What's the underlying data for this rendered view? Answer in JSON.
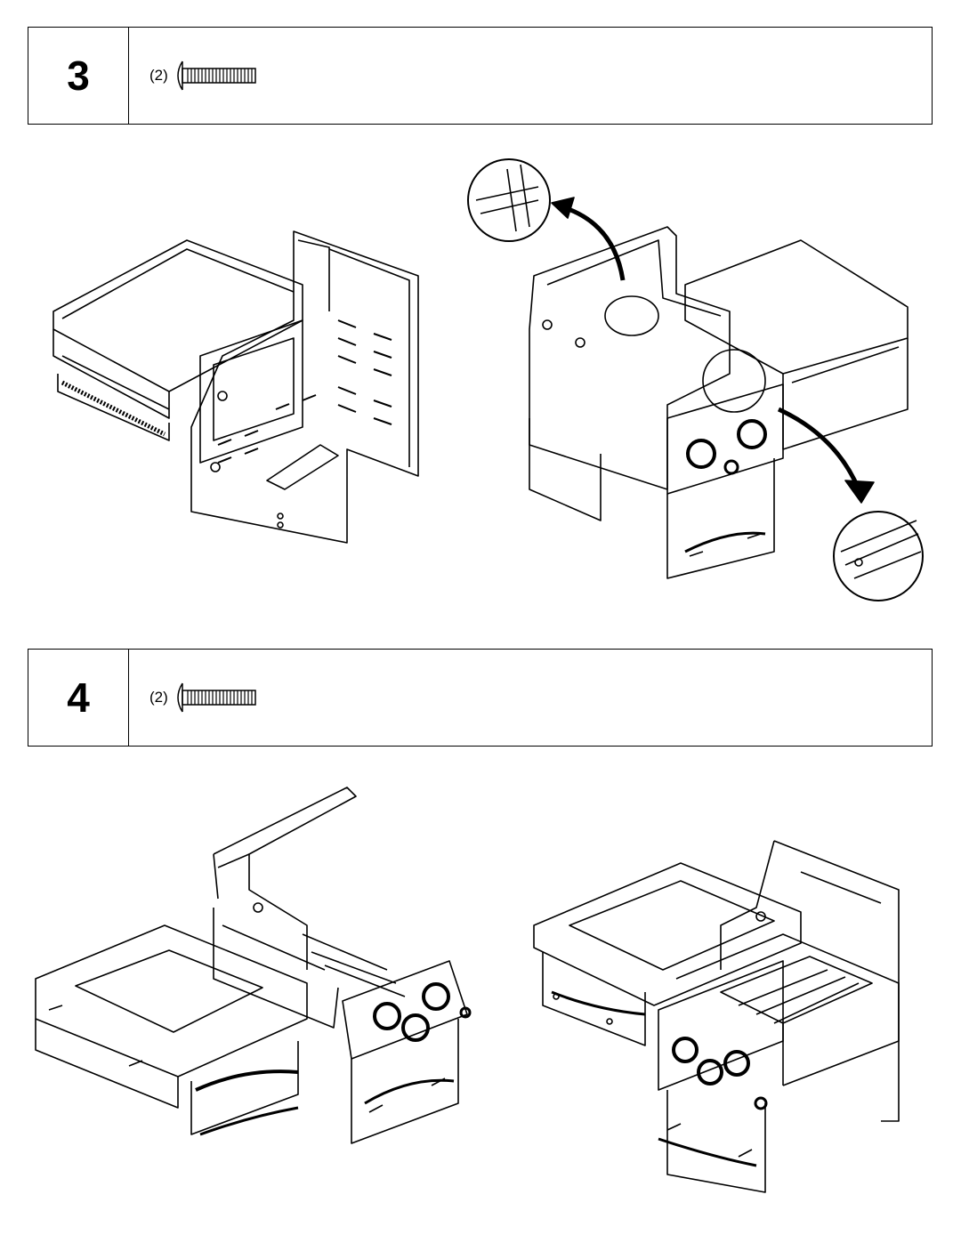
{
  "steps": [
    {
      "number": "3",
      "quantity": "(2)",
      "part_icon": "screw-icon"
    },
    {
      "number": "4",
      "quantity": "(2)",
      "part_icon": "screw-icon"
    }
  ],
  "illustrations": [
    {
      "step": "3",
      "name": "side-shelf-attach-view",
      "icon": "side-shelf-icon"
    },
    {
      "step": "3",
      "name": "grill-body-with-detail-callouts",
      "icon": "grill-body-icon"
    },
    {
      "step": "4",
      "name": "shelf-attached-left-view",
      "icon": "grill-assembly-icon"
    },
    {
      "step": "4",
      "name": "shelf-attached-right-view",
      "icon": "grill-assembly-icon"
    }
  ],
  "colors": {
    "line": "#000000",
    "background": "#ffffff"
  }
}
